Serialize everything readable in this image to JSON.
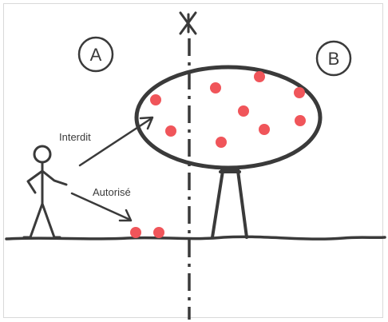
{
  "zones": {
    "a": "A",
    "b": "B"
  },
  "arrows": {
    "forbidden": "Interdit",
    "allowed": "Autorisé"
  },
  "colors": {
    "ink": "#3a3a3a",
    "fruit": "#f0555a",
    "frame": "#d9d9d9"
  },
  "icons": {
    "boundary": "property-boundary-marker-icon",
    "person": "stick-figure-icon",
    "tree": "fruit-tree-icon"
  }
}
